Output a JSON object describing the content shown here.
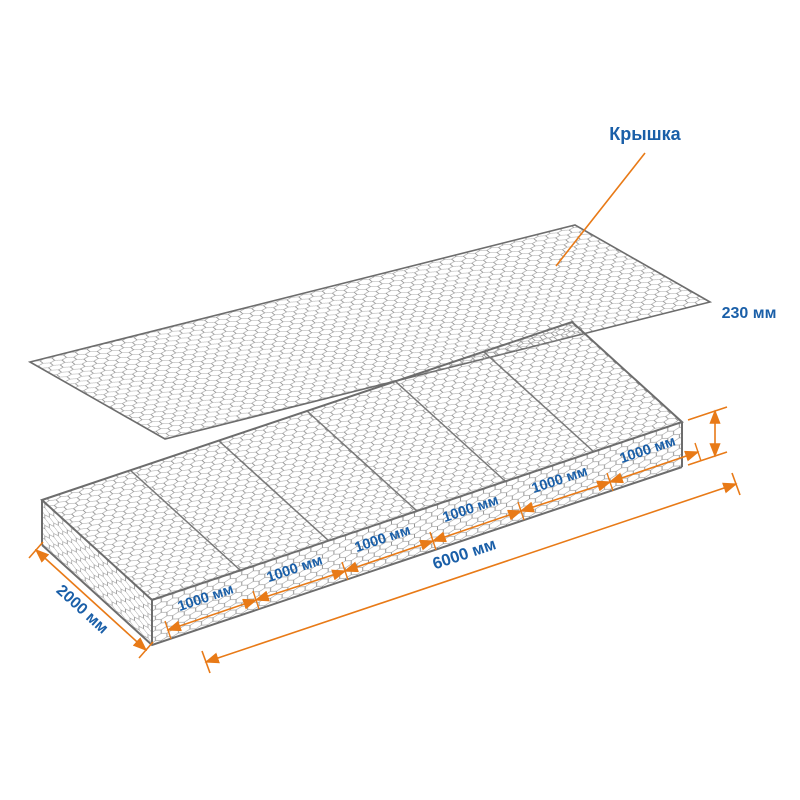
{
  "labels": {
    "lid": "Крышка",
    "height": "230 мм",
    "length": "6000 мм",
    "width": "2000 мм"
  },
  "segments": [
    "1000 мм",
    "1000 мм",
    "1000 мм",
    "1000 мм",
    "1000 мм",
    "1000 мм"
  ],
  "colors": {
    "dimension": "#e87a17",
    "label": "#1a5fa8",
    "mesh": "#8f8f8f",
    "edge": "#6d6d6d"
  }
}
